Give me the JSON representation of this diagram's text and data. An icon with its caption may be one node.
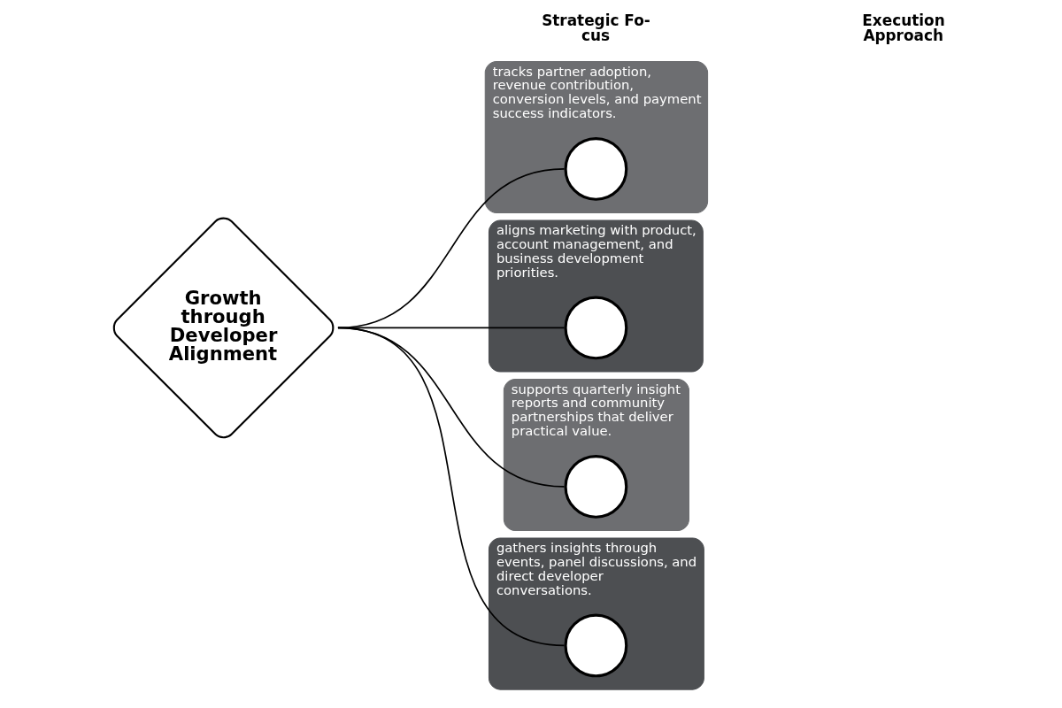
{
  "diagram": {
    "nodes": [
      {
        "text": [
          "Growth through Developer Alignment"
        ]
      },
      {
        "text": [
          "tracks partner adoption, revenue contribution, conversion levels, and payment success indicators."
        ]
      },
      {
        "text": [],
        "shape": "circle",
        "in": 1
      },
      {
        "text": [
          "aligns marketing with product, account management, and business development priorities."
        ]
      },
      {
        "text": [],
        "shape": "circle",
        "in": 3
      },
      {
        "text": [
          "supports quarterly insight reports and community partnerships that deliver practical value."
        ]
      },
      {
        "text": [],
        "shape": "circle",
        "in": 5
      },
      {
        "text": [
          "gathers insights through events, panel discussions, and direct developer conversations."
        ]
      },
      {
        "text": [],
        "shape": "circle",
        "in": 7
      }
    ],
    "edges": [
      {
        "from": 0,
        "to": 2,
        "arrow": "none"
      },
      {
        "from": 0,
        "to": 4,
        "arrow": "none"
      },
      {
        "from": 0,
        "to": 6,
        "arrow": "none"
      },
      {
        "from": 0,
        "to": 8,
        "arrow": "none"
      }
    ],
    "labels": [
      "Strategic Fo- cus",
      "Execution Approach"
    ]
  }
}
